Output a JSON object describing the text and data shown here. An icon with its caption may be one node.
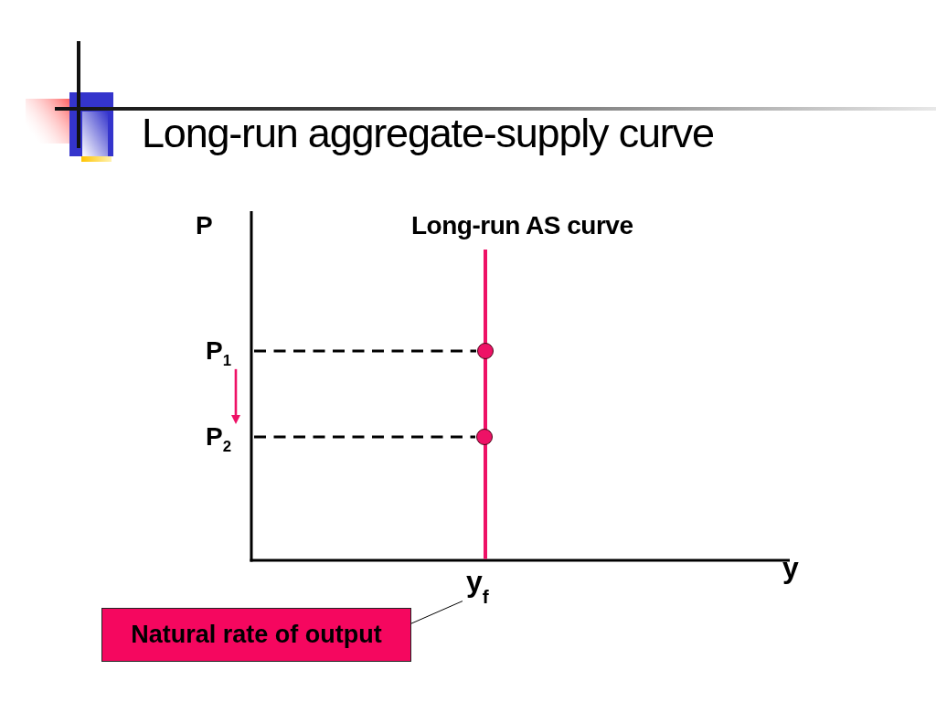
{
  "diagram": {
    "title": "Long-run aggregate-supply curve",
    "nodes": [
      {
        "text": [
          "P$_{1}$"
        ]
      },
      {
        "text": [
          "P$_{2}$"
        ]
      },
      {
        "text": [
          "y$_{f}$"
        ]
      },
      {
        "text": [
          "Natural rate of output"
        ]
      }
    ],
    "edges": [
      {
        "from": 0,
        "to": 1,
        "arrow": "to",
        "style": "thick",
        "color": "#ee1166"
      },
      {
        "from": 3,
        "to": 2,
        "arrow": "none",
        "color": "#000000"
      }
    ],
    "labels": [
      "P",
      "Long-run AS curve",
      "y"
    ]
  }
}
